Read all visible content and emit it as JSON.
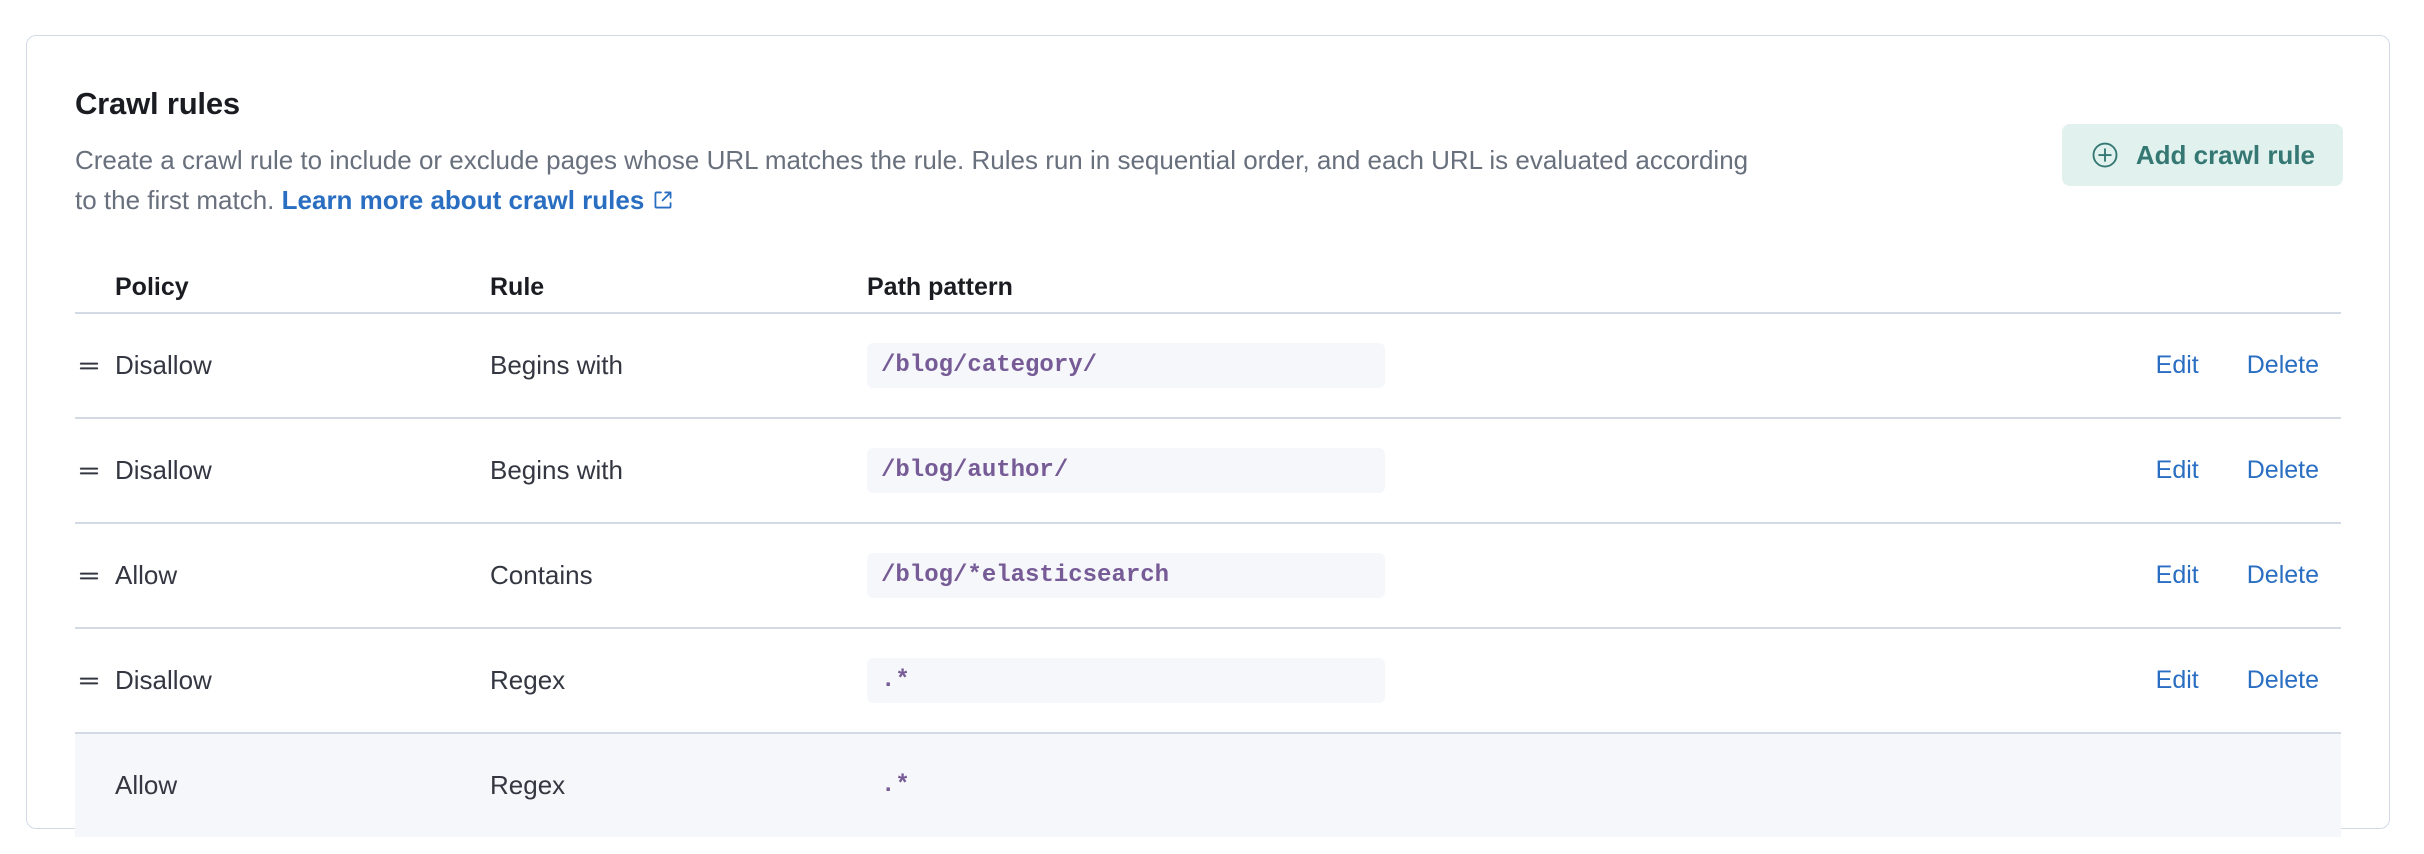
{
  "card": {
    "title": "Crawl rules",
    "description_before_link": "Create a crawl rule to include or exclude pages whose URL matches the rule. Rules run in sequential order, and each URL is evaluated according to the first match. ",
    "learn_more_label": "Learn more about crawl rules",
    "external_link_icon": "external-link-icon"
  },
  "add_button": {
    "label": "Add crawl rule",
    "icon": "plus-in-circle-icon",
    "bg": "#E0F1EE",
    "fg": "#357873"
  },
  "table": {
    "columns": [
      "Policy",
      "Rule",
      "Path pattern"
    ],
    "actions": {
      "edit": "Edit",
      "delete": "Delete"
    },
    "handle_icon": "drag-handle-icon",
    "rows": [
      {
        "policy": "Disallow",
        "rule": "Begins with",
        "path": "/blog/category/",
        "draggable": true,
        "has_pill": true,
        "highlight": false,
        "has_actions": true
      },
      {
        "policy": "Disallow",
        "rule": "Begins with",
        "path": "/blog/author/",
        "draggable": true,
        "has_pill": true,
        "highlight": false,
        "has_actions": true
      },
      {
        "policy": "Allow",
        "rule": "Contains",
        "path": "/blog/*elasticsearch",
        "draggable": true,
        "has_pill": true,
        "highlight": false,
        "has_actions": true
      },
      {
        "policy": "Disallow",
        "rule": "Regex",
        "path": ".*",
        "draggable": true,
        "has_pill": true,
        "highlight": false,
        "has_actions": true
      },
      {
        "policy": "Allow",
        "rule": "Regex",
        "path": ".*",
        "draggable": false,
        "has_pill": false,
        "highlight": true,
        "has_actions": false
      }
    ]
  },
  "colors": {
    "link": "#2a6ec2",
    "code": "#765B96",
    "border": "#D3DAE6",
    "row_highlight": "#F5F7FA"
  }
}
